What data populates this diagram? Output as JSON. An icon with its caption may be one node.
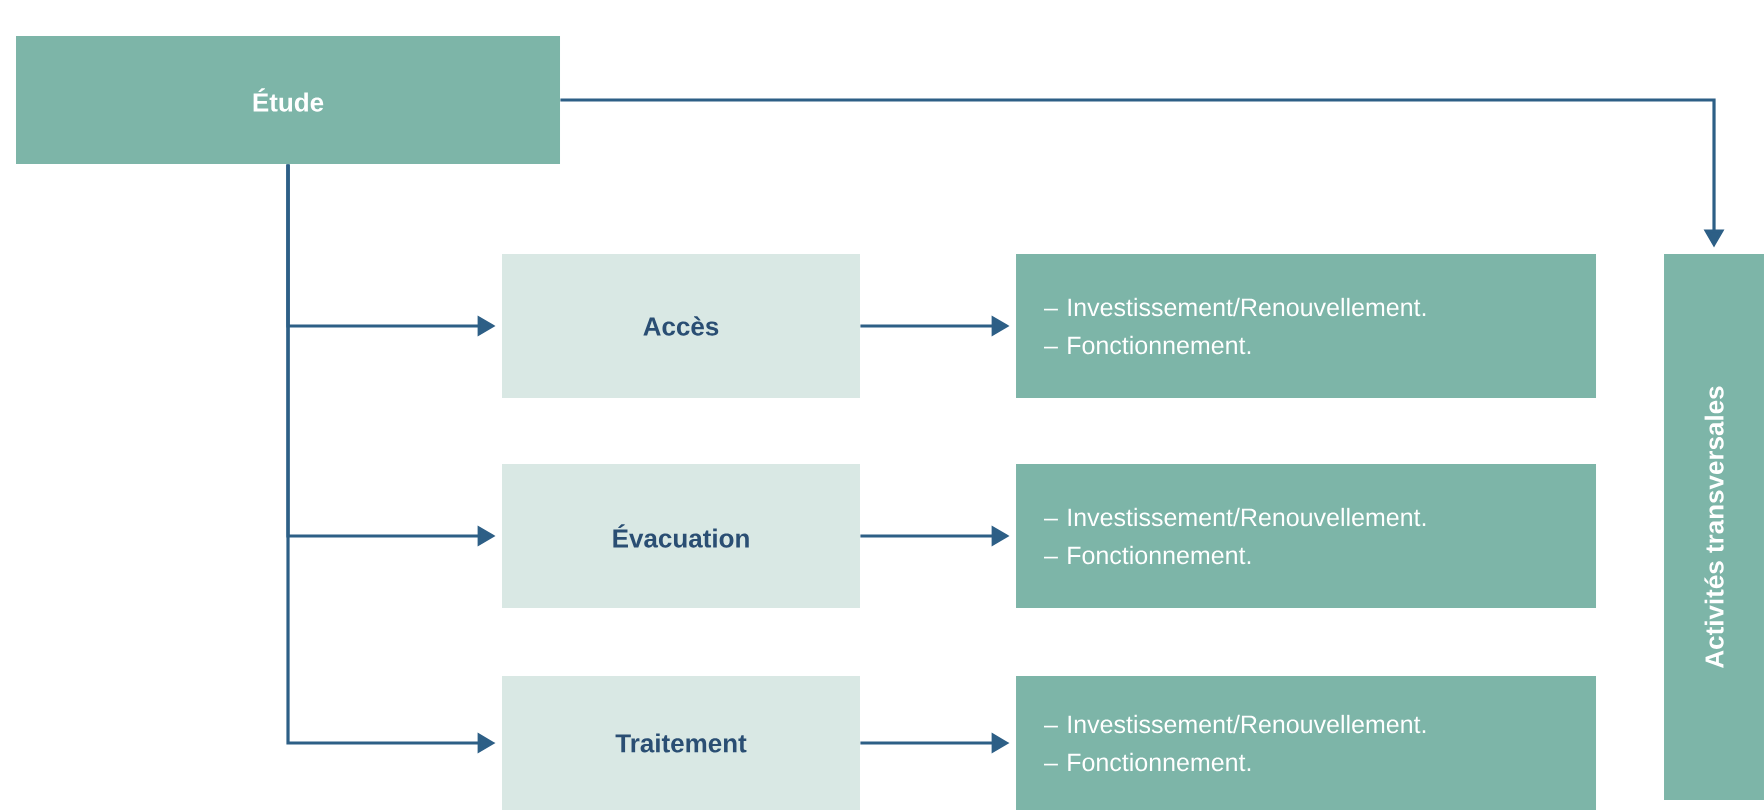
{
  "diagram": {
    "nodes": [
      {
        "text": [
          "Étude"
        ]
      },
      {
        "text": [
          "Accès"
        ]
      },
      {
        "text": [
          "– Investissement/Renouvellement.",
          "– Fonctionnement."
        ]
      },
      {
        "text": [
          "Évacuation"
        ]
      },
      {
        "text": [
          "– Investissement/Renouvellement.",
          "– Fonctionnement."
        ]
      },
      {
        "text": [
          "Traitement"
        ]
      },
      {
        "text": [
          "– Investissement/Renouvellement.",
          "– Fonctionnement."
        ]
      },
      {
        "text": [
          "Activités transversales"
        ]
      }
    ],
    "edges": [
      {
        "from": 0,
        "to": 1,
        "arrow": "to"
      },
      {
        "from": 0,
        "to": 3,
        "arrow": "to"
      },
      {
        "from": 0,
        "to": 5,
        "arrow": "to"
      },
      {
        "from": 1,
        "to": 2,
        "arrow": "to"
      },
      {
        "from": 3,
        "to": 4,
        "arrow": "to"
      },
      {
        "from": 5,
        "to": 6,
        "arrow": "to"
      },
      {
        "from": 0,
        "to": 7,
        "arrow": "to"
      }
    ]
  }
}
